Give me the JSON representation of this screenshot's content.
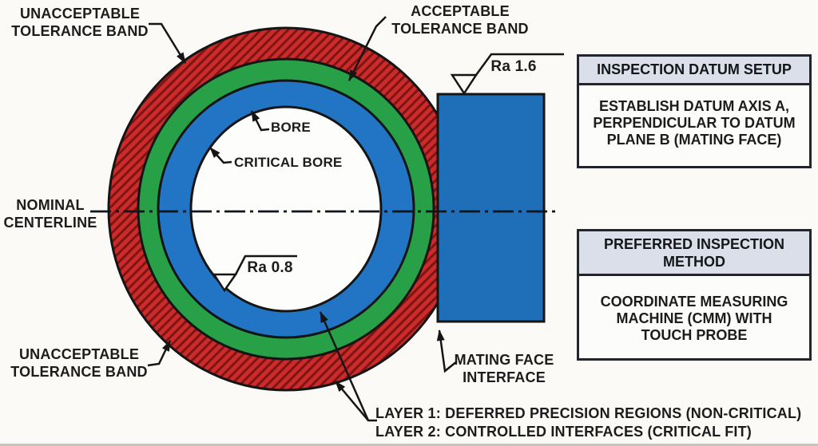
{
  "diagram": {
    "labels": {
      "unacceptable_top": "UNACCEPTABLE\nTOLERANCE BAND",
      "acceptable": "ACCEPTABLE\nTOLERANCE BAND",
      "bore": "BORE",
      "critical_bore": "CRITICAL BORE",
      "nominal_centerline": "NOMINAL\nCENTERLINE",
      "ra_bore": "Ra 0.8",
      "ra_face": "Ra 1.6",
      "unacceptable_bottom": "UNACCEPTABLE\nTOLERANCE BAND",
      "mating_face": "MATING FACE\nINTERFACE",
      "layer1": "LAYER 1: DEFERRED PRECISION REGIONS (NON-CRITICAL)",
      "layer2": "LAYER 2: CONTROLLED INTERFACES (CRITICAL FIT)"
    },
    "colors": {
      "unacceptable_band": "#cc2b2b",
      "hatch_line": "#7e1414",
      "acceptable_band": "#28a047",
      "bore_band": "#2274c4",
      "bore_hole": "#fdfdfc",
      "mating_face": "#1e6eb8",
      "outline": "#151515"
    }
  },
  "info_boxes": [
    {
      "header": "INSPECTION DATUM SETUP",
      "body": "ESTABLISH DATUM AXIS A,\nPERPENDICULAR TO DATUM\nPLANE B (MATING FACE)"
    },
    {
      "header": "PREFERRED INSPECTION\nMETHOD",
      "body": "COORDINATE MEASURING\nMACHINE (CMM) WITH\nTOUCH PROBE"
    }
  ]
}
